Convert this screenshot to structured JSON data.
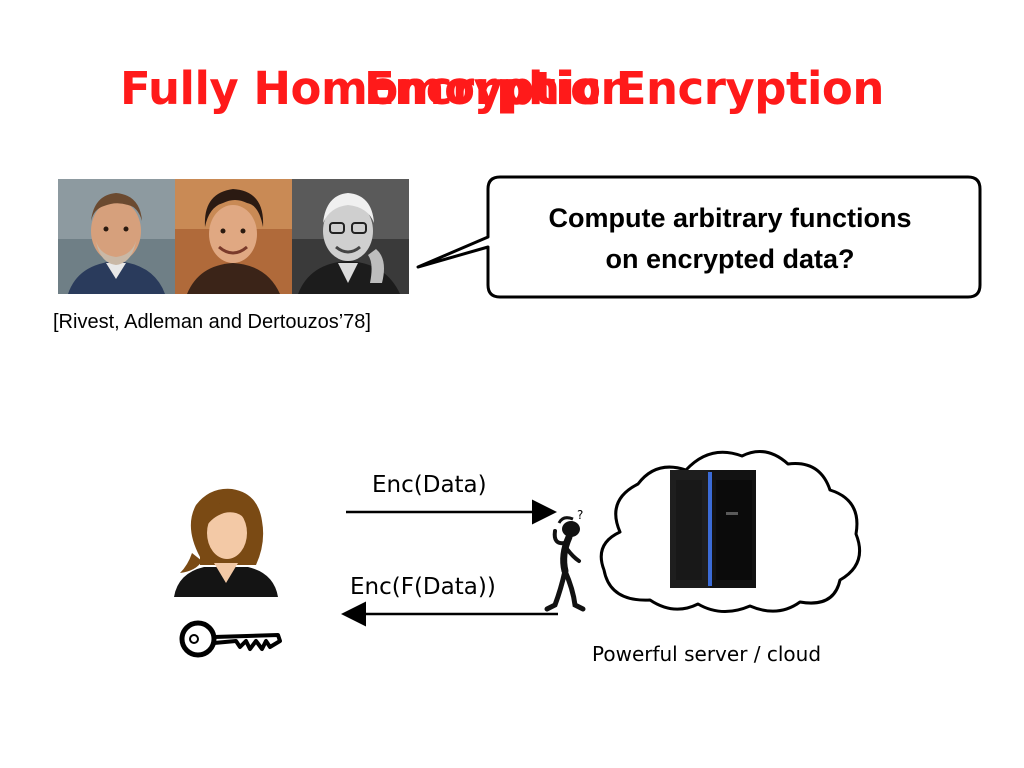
{
  "slide": {
    "title": "Fully Homomorphic Encryption",
    "title_ghost": "Encryption",
    "citation": "[Rivest, Adleman and Dertouzos’78]",
    "bubble_line1": "Compute arbitrary functions",
    "bubble_line2": "on encrypted data?",
    "arrow_to_server_label": "Enc(Data)",
    "arrow_to_client_label": "Enc(F(Data))",
    "server_label": "Powerful server / cloud"
  },
  "colors": {
    "title": "#ff1a1a",
    "text": "#000000",
    "background": "#ffffff"
  },
  "icons": {
    "portrait_1": "person-photo-icon",
    "portrait_2": "person-photo-icon",
    "portrait_3": "person-photo-icon",
    "client": "woman-avatar-icon",
    "key": "key-icon",
    "thinker": "confused-stick-figure-icon",
    "server": "server-rack-icon",
    "cloud": "cloud-icon"
  }
}
